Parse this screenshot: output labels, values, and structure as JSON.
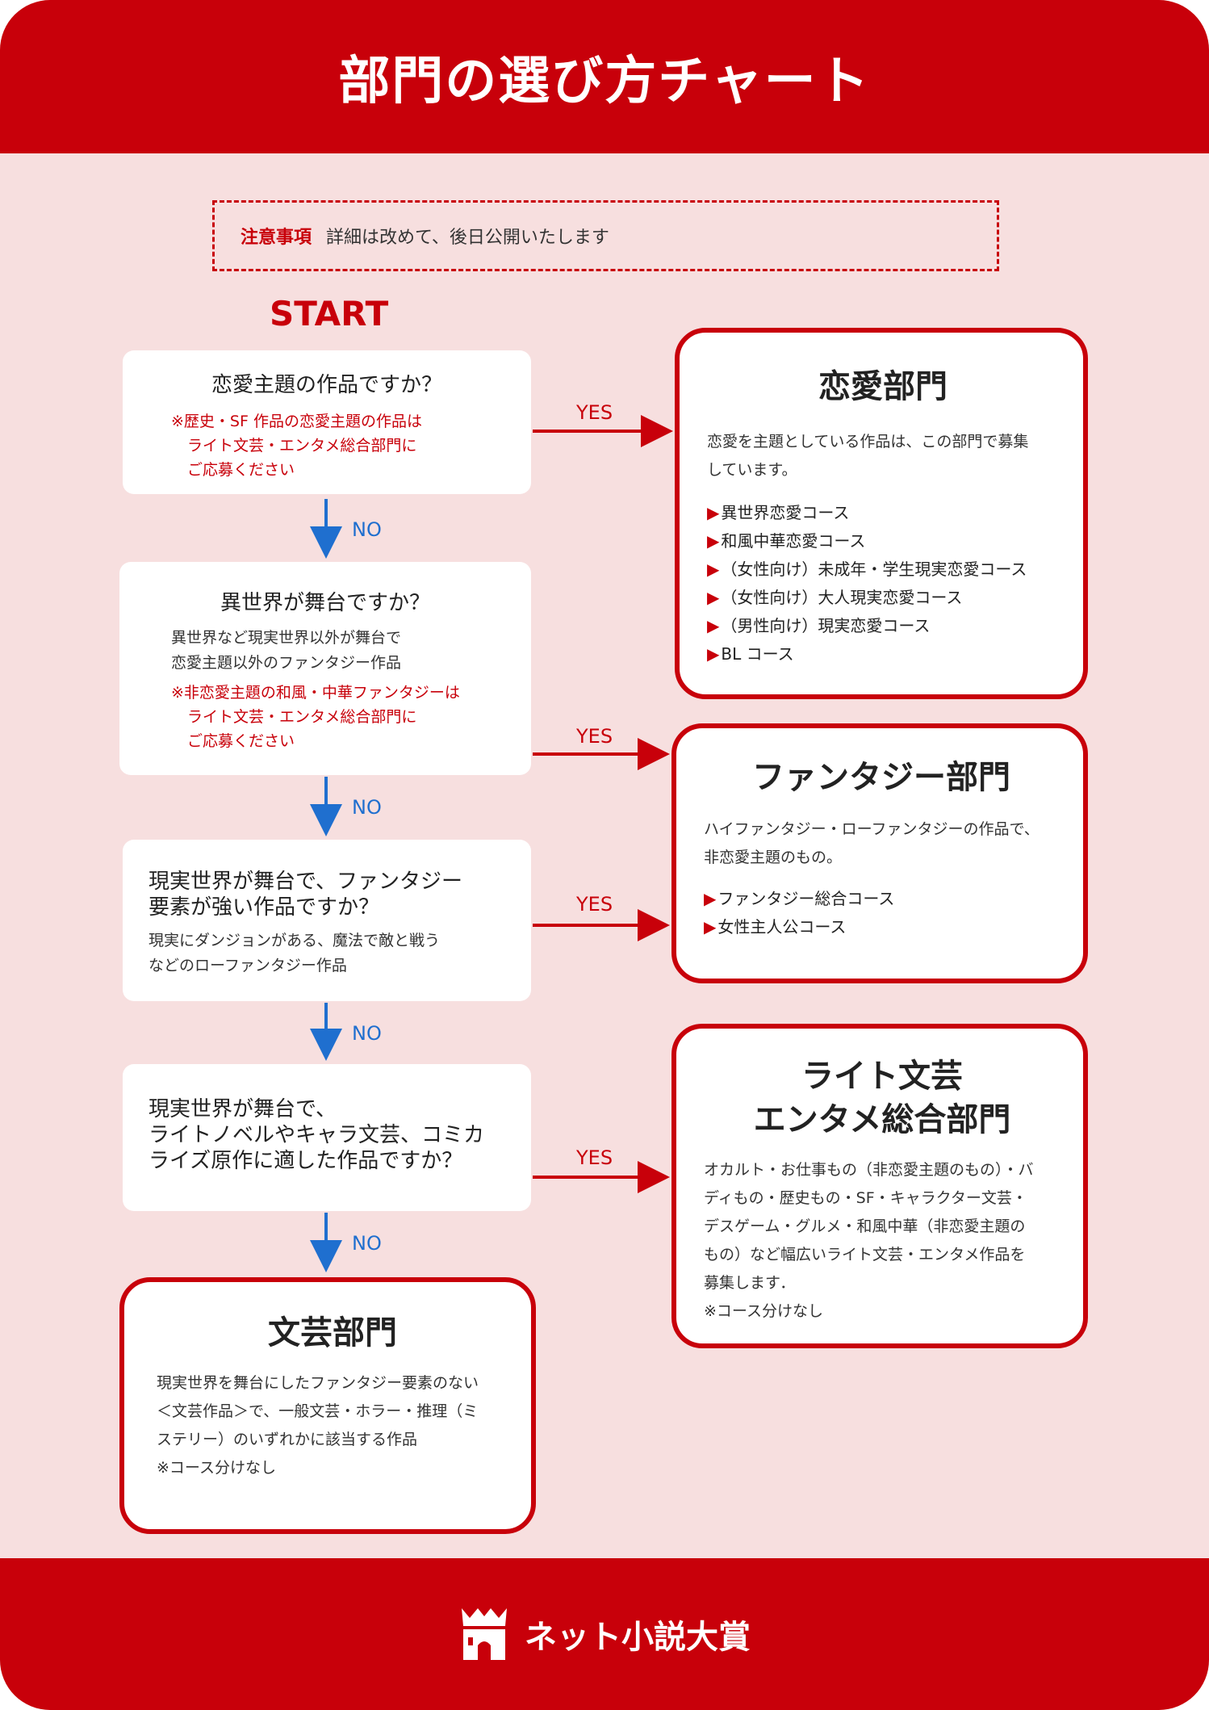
{
  "title": "部門の選び方チャート",
  "notice": {
    "label": "注意事項",
    "text": "詳細は改めて、後日公開いたします"
  },
  "start_label": "START",
  "yes_label": "YES",
  "no_label": "NO",
  "questions": [
    {
      "title": "恋愛主題の作品ですか？",
      "note": [
        "※歴史・SF 作品の恋愛主題の作品は",
        "ライト文芸・エンタメ総合部門に",
        "ご応募ください"
      ]
    },
    {
      "title": "異世界が舞台ですか？",
      "desc": [
        "異世界など現実世界以外が舞台で",
        "恋愛主題以外のファンタジー作品"
      ],
      "note": [
        "※非恋愛主題の和風・中華ファンタジーは",
        "ライト文芸・エンタメ総合部門に",
        "ご応募ください"
      ]
    },
    {
      "title_lines": [
        "現実世界が舞台で、ファンタジー",
        "要素が強い作品ですか？"
      ],
      "desc": [
        "現実にダンジョンがある、魔法で敵と戦う",
        "などのローファンタジー作品"
      ]
    },
    {
      "title_lines": [
        "現実世界が舞台で、",
        "ライトノベルやキャラ文芸、コミカ",
        "ライズ原作に適した作品ですか？"
      ]
    }
  ],
  "results": {
    "romance": {
      "title": "恋愛部門",
      "desc": [
        "恋愛を主題としている作品は、この部門で募集",
        "しています。"
      ],
      "items": [
        "異世界恋愛コース",
        "和風中華恋愛コース",
        "（女性向け）未成年・学生現実恋愛コース",
        "（女性向け）大人現実恋愛コース",
        "（男性向け）現実恋愛コース",
        "BL コース"
      ]
    },
    "fantasy": {
      "title": "ファンタジー部門",
      "desc": [
        "ハイファンタジー・ローファンタジーの作品で、",
        "非恋愛主題のもの。"
      ],
      "items": [
        "ファンタジー総合コース",
        "女性主人公コース"
      ]
    },
    "light": {
      "title_lines": [
        "ライト文芸",
        "エンタメ総合部門"
      ],
      "desc": [
        "オカルト・お仕事もの（非恋愛主題のもの）・バ",
        "ディもの・歴史もの・SF・キャラクター文芸・",
        "デスゲーム・グルメ・和風中華（非恋愛主題の",
        "もの）など幅広いライト文芸・エンタメ作品を",
        "募集します．",
        "※コース分けなし"
      ]
    },
    "literary": {
      "title": "文芸部門",
      "desc": [
        "現実世界を舞台にしたファンタジー要素のない",
        "＜文芸作品＞で、一般文芸・ホラー・推理（ミ",
        "ステリー）のいずれかに該当する作品",
        "※コース分けなし"
      ]
    }
  },
  "footer": {
    "brand": "ネット小説大賞"
  },
  "colors": {
    "brand_red": "#c8000a",
    "no_blue": "#1f6fcf",
    "background": "#f7dfdf"
  }
}
